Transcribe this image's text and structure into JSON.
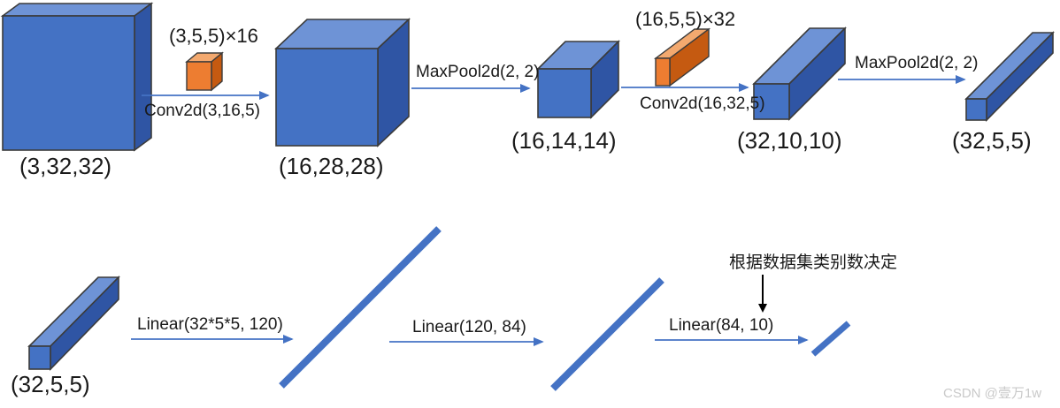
{
  "diagram": {
    "title": "CNN (LeNet-style) architecture flow",
    "colors": {
      "cube_front": "#4472C4",
      "cube_top": "#6E93D6",
      "cube_side": "#2F55A4",
      "kernel_front": "#ED7D31",
      "kernel_top": "#F3A96F",
      "kernel_side": "#C55A11",
      "outline": "#3B3B3B",
      "arrow": "#4472C4",
      "text": "#1a1a1a",
      "note_arrow": "#000000",
      "watermark": "#c9c9c9"
    },
    "row1": {
      "tensors": [
        {
          "name": "input-tensor",
          "label": "(3,32,32)"
        },
        {
          "name": "conv1-output-tensor",
          "label": "(16,28,28)"
        },
        {
          "name": "pool1-output-tensor",
          "label": "(16,14,14)"
        },
        {
          "name": "conv2-output-tensor",
          "label": "(32,10,10)"
        },
        {
          "name": "pool2-output-tensor",
          "label": "(32,5,5)"
        }
      ],
      "operations": [
        {
          "name": "conv1-op",
          "label": "Conv2d(3,16,5)",
          "kernel": "(3,5,5)×16"
        },
        {
          "name": "pool1-op",
          "label": "MaxPool2d(2, 2)",
          "kernel": ""
        },
        {
          "name": "conv2-op",
          "label": "Conv2d(16,32,5)",
          "kernel": "(16,5,5)×32"
        },
        {
          "name": "pool2-op",
          "label": "MaxPool2d(2, 2)",
          "kernel": ""
        }
      ]
    },
    "row2": {
      "tensors": [
        {
          "name": "flatten-input-tensor",
          "label": "(32,5,5)"
        }
      ],
      "operations": [
        {
          "name": "fc1-op",
          "label": "Linear(32*5*5, 120)"
        },
        {
          "name": "fc2-op",
          "label": "Linear(120, 84)"
        },
        {
          "name": "fc3-op",
          "label": "Linear(84, 10)"
        }
      ],
      "annotation": "根据数据集类别数决定"
    },
    "watermark": "CSDN @壹万1w"
  }
}
